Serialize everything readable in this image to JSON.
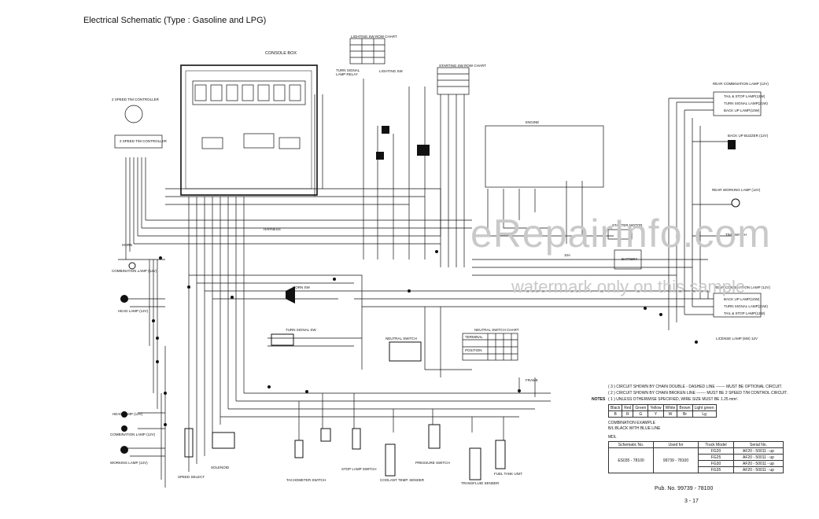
{
  "title": "Electrical Schematic (Type : Gasoline and LPG)",
  "labels": {
    "console_box": "CONSOLE BOX",
    "lighting_sw_chart": "LIGHTING SW ROW CHART",
    "lighting_sw": "LIGHTING SW",
    "turn_signal_lamp_relay": "TURN SIGNAL LAMP RELAY",
    "starting_sw_chart": "STARTING SW ROW CHART",
    "speed_controller": "2 SPEED T/M CONTROLLER",
    "speed_controller_box": "2 SPEED T/M CONTROLLER",
    "engine": "ENGINE",
    "rear_combination_lamp_lh": "REAR COMBINATION LAMP (12V)",
    "tail_stop_lamp": "TAIL & STOP LAMP(12W)",
    "turn_signal_lamp": "TURN SIGNAL LAMP(21W)",
    "back_up_lamp": "BACK UP LAMP(10W)",
    "back_up_buzzer": "BACK UP BUZZER (12V)",
    "rear_working_lamp": "REAR WORKING LAMP (12V)",
    "tm_switch": "T/M SWITCH",
    "horn": "HORN",
    "combination_lamp_lh": "COMBINATION LAMP (12V)",
    "head_lamp_lh": "HEAD LAMP (12V)",
    "harness": "HARNESS",
    "battery": "BATTERY",
    "fuse": "10A",
    "horn_sw": "HORN SW",
    "turn_signal_sw": "TURN SIGNAL SW",
    "neutral_switch": "NEUTRAL SWITCH",
    "neutral_switch_chart": "NEUTRAL SWITCH CHART",
    "rear_combination_lamp_rh": "REAR COMBINATION LAMP (12V)",
    "license_lamp": "LICENSE LAMP (5W) 12V",
    "frame": "FRAME",
    "head_lamp_rh": "HEAD LAMP (12V)",
    "combination_lamp_rh": "COMBINATION LAMP (12V)",
    "working_lamp": "WORKING LAMP (12V)",
    "solenoid": "SOLENOID",
    "speed_select": "SPEED SELECT",
    "tachometer_sw": "TACHOMETER SWITCH",
    "stop_lamp_sw": "STOP LAMP SWITCH",
    "coolant_sender": "COOLANT TEMP. SENDER",
    "oil_pressure_sender": "PRESSURE SWITCH",
    "trans_fluid_sender": "TRANSFLUID SENDER",
    "fuel_tank_unit": "FUEL TANK UNIT",
    "starter_motor": "STARTER MOTOR"
  },
  "notes": {
    "heading": "NOTES",
    "items": [
      "( 3 ) CIRCUIT SHOWN BY CHAIN DOUBLE - DASHED LINE ------- MUST BE OPTIONAL CIRCUIT.",
      "( 2 ) CIRCUIT SHOWN BY CHAIN BROKEN LINE ------- MUST BE 2 SPEED T/M CONTROL CIRCUIT.",
      "( 1 ) UNLESS OTHERWISE SPECIFIED, WIRE SIZE MUST BE 1.25 mm²."
    ],
    "color_names": [
      "Black",
      "Red",
      "Green",
      "Yellow",
      "White",
      "Brown",
      "Light green"
    ],
    "color_codes": [
      "B",
      "R",
      "G",
      "Y",
      "W",
      "Br",
      "Lg"
    ],
    "combination_example": "COMBINATION EXAMPLE",
    "combination_desc": "B/L:BLACK WITH BLUE LINE"
  },
  "model_table": {
    "mdl": "MDL",
    "headers": [
      "Schematic No.",
      "Used for",
      "Truck Model",
      "Serial No."
    ],
    "schematic_no": "ES035 - 78100",
    "used_for": "99739 - 78100",
    "rows": [
      {
        "model": "FG20",
        "serial": "AF20 - 50011 - up"
      },
      {
        "model": "FG25",
        "serial": "AF20 - 50011 - up"
      },
      {
        "model": "FG30",
        "serial": "AF20 - 50011 - up"
      },
      {
        "model": "FG35",
        "serial": "AF20 - 50011 - up"
      }
    ]
  },
  "neutral_chart": {
    "terminal": "TERMINAL",
    "position": "POSITION"
  },
  "footer": {
    "pub": "Pub. No. 99739 - 78100",
    "page": "3 - 17"
  },
  "watermark": {
    "line1": "eRepairInfo.com",
    "line2": "watermark only on this sample"
  }
}
